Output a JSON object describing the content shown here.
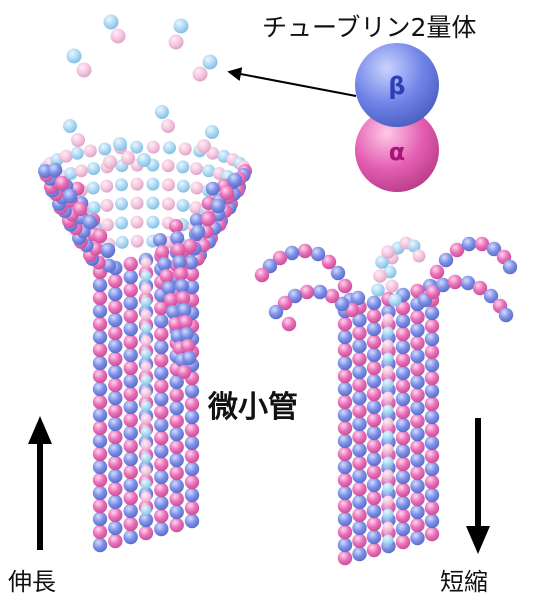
{
  "labels": {
    "title": "チューブリン2量体",
    "beta": "β",
    "alpha": "α",
    "microtubule": "微小管",
    "growth": "伸長",
    "shrink": "短縮"
  },
  "colors": {
    "alpha": "#e96fb8",
    "beta": "#7d8fe6",
    "alpha_light": "#f3c3dd",
    "beta_light": "#a9d6f2",
    "arrow": "#000000"
  }
}
